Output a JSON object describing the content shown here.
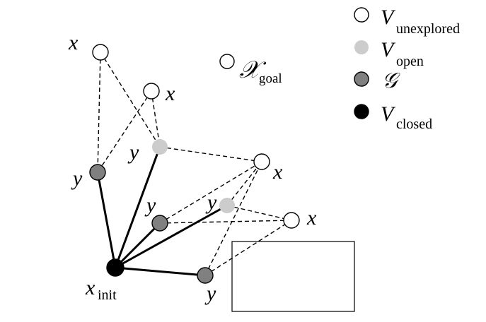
{
  "colors": {
    "unexplored": "#ffffff",
    "open": "#cccccc",
    "tree": "#808080",
    "closed": "#000000",
    "stroke": "#000000"
  },
  "legend": [
    {
      "key": "unexplored",
      "symbol": "V",
      "subscript": "unexplored"
    },
    {
      "key": "open",
      "symbol": "V",
      "subscript": "open"
    },
    {
      "key": "tree",
      "symbol": "𝒢",
      "subscript": ""
    },
    {
      "key": "closed",
      "symbol": "V",
      "subscript": "closed"
    }
  ],
  "goal": {
    "symbol": "𝒳",
    "subscript": "goal"
  },
  "nodes": [
    {
      "id": "x1",
      "type": "unexplored",
      "label": "x"
    },
    {
      "id": "x2",
      "type": "unexplored",
      "label": "x"
    },
    {
      "id": "x3",
      "type": "unexplored",
      "label": "x"
    },
    {
      "id": "x4",
      "type": "unexplored",
      "label": "x"
    },
    {
      "id": "y1",
      "type": "open",
      "label": "y"
    },
    {
      "id": "y2",
      "type": "open",
      "label": "y"
    },
    {
      "id": "g1",
      "type": "tree",
      "label": "y"
    },
    {
      "id": "g2",
      "type": "tree",
      "label": "y"
    },
    {
      "id": "g3",
      "type": "tree",
      "label": "y"
    },
    {
      "id": "init",
      "type": "closed",
      "label": "x",
      "subscript": "init"
    }
  ],
  "tree_edges": [
    [
      "init",
      "g1"
    ],
    [
      "init",
      "y1"
    ],
    [
      "init",
      "g2"
    ],
    [
      "init",
      "y2"
    ],
    [
      "init",
      "g3"
    ]
  ],
  "dashed_edges": [
    [
      "x1",
      "g1"
    ],
    [
      "x1",
      "y1"
    ],
    [
      "x2",
      "g1"
    ],
    [
      "x2",
      "y1"
    ],
    [
      "y1",
      "x3"
    ],
    [
      "g2",
      "x3"
    ],
    [
      "g2",
      "x4"
    ],
    [
      "y2",
      "x3"
    ],
    [
      "y2",
      "x4"
    ],
    [
      "g3",
      "x3"
    ],
    [
      "g3",
      "x4"
    ]
  ]
}
